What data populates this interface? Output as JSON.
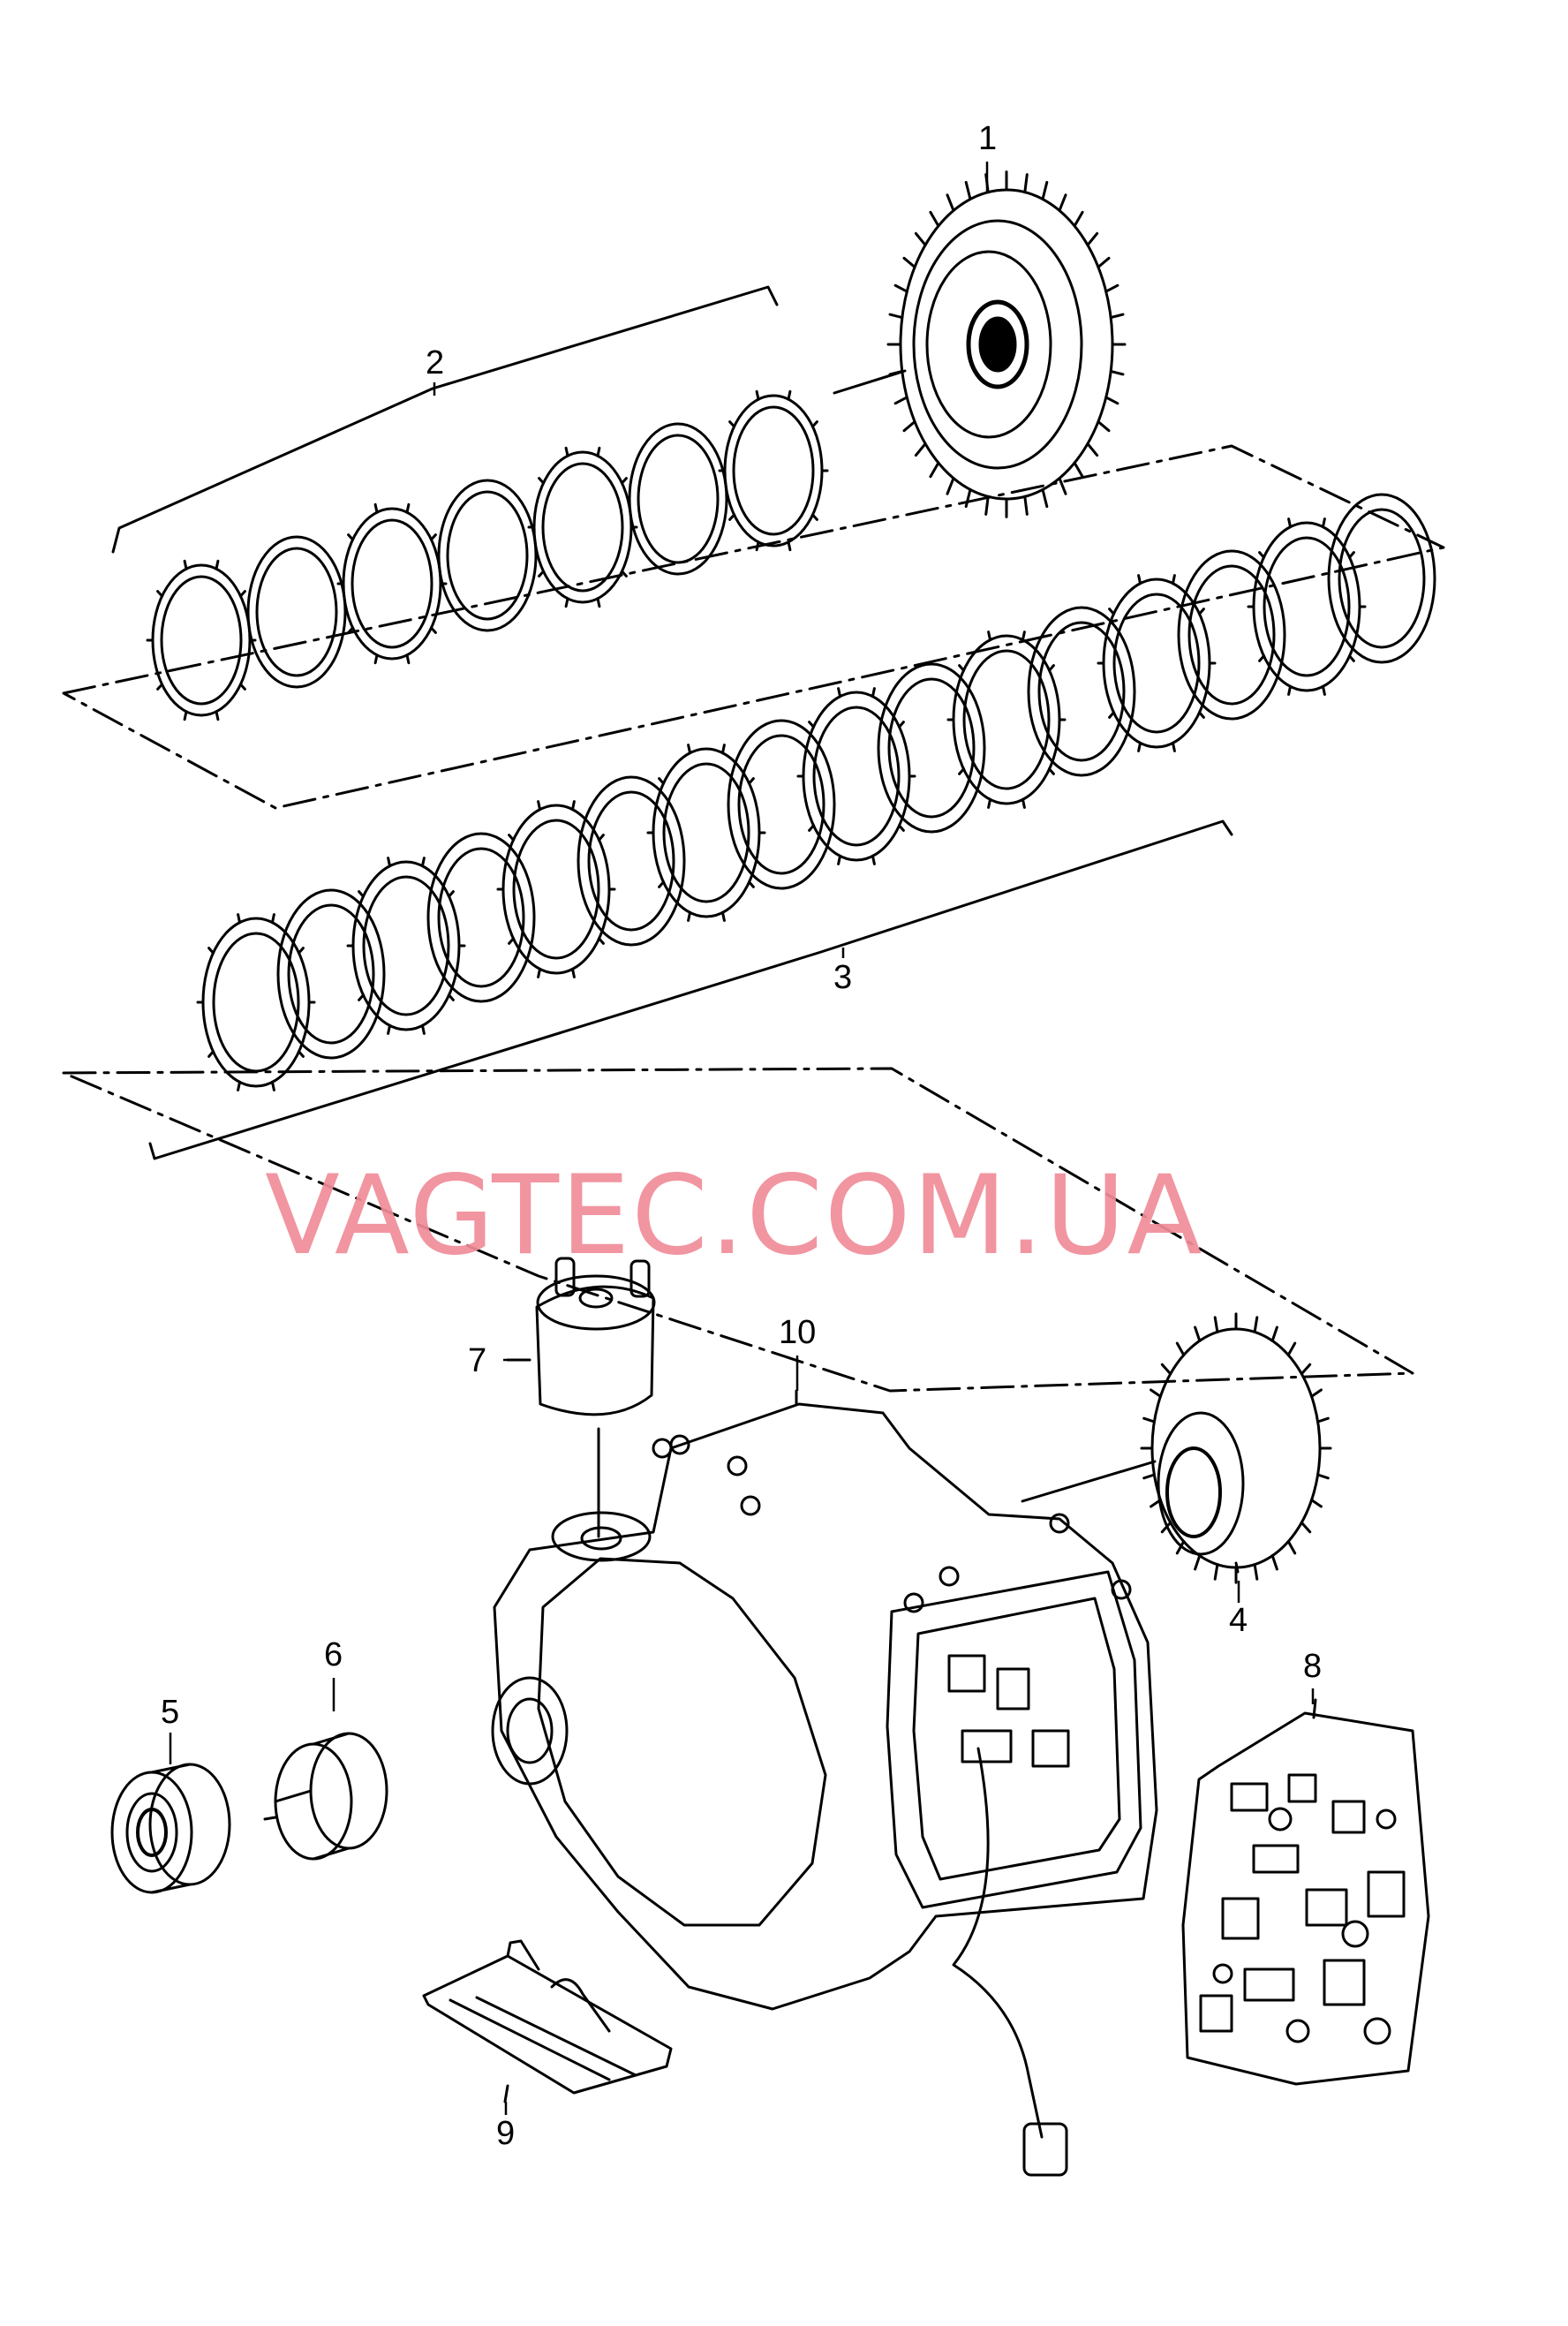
{
  "watermark": "VAGTEC.COM.UA",
  "callouts": {
    "c1": "1",
    "c2": "2",
    "c3": "3",
    "c4": "4",
    "c5": "5",
    "c6": "6",
    "c7": "7",
    "c8": "8",
    "c9": "9",
    "c10": "10"
  },
  "colors": {
    "line": "#000000",
    "watermark": "#f08d98"
  }
}
